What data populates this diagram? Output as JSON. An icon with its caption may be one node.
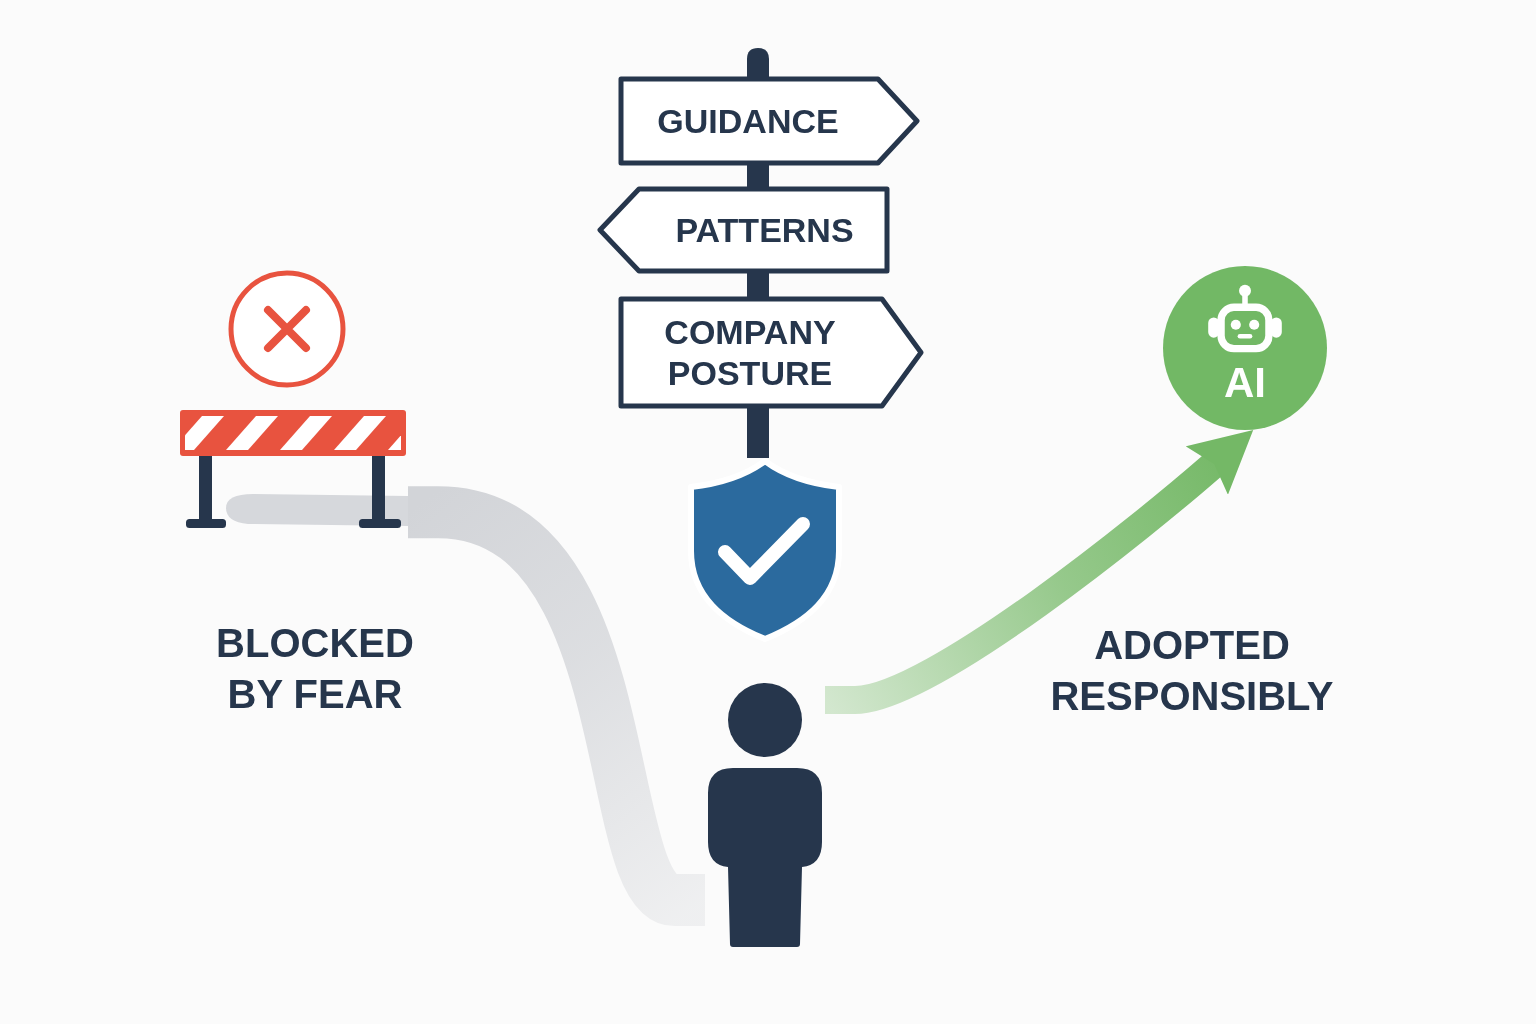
{
  "diagram": {
    "nodes": [
      {
        "text": [
          "GUIDANCE"
        ]
      },
      {
        "text": [
          "PATTERNS"
        ]
      },
      {
        "text": [
          "COMPANY POSTURE"
        ]
      },
      {
        "text": [
          "AI"
        ]
      },
      {
        "text": [],
        "shape": "person"
      },
      {
        "text": [],
        "shape": "picture"
      }
    ],
    "edges": [
      {
        "from": 4,
        "to": 5,
        "arrow": "none",
        "style": "thick",
        "color": "#d2d4d8"
      },
      {
        "from": 4,
        "to": 3,
        "arrow": "to",
        "style": "thick",
        "color": "#74b866"
      }
    ],
    "labels": [
      "BLOCKED BY FEAR",
      "ADOPTED RESPONSIBLY"
    ]
  }
}
